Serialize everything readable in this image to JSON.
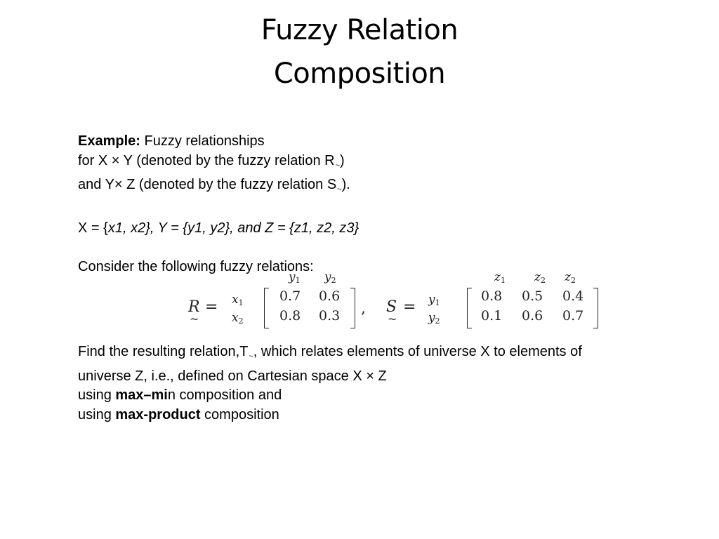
{
  "title": {
    "line1": "Fuzzy Relation",
    "line2": "Composition"
  },
  "intro": {
    "example_label": "Example:",
    "example_text": " Fuzzy relationships",
    "line2_pre": "for X × Y (denoted by the fuzzy relation R",
    "line2_tilde": "~",
    "line2_post": ")",
    "line3_pre": "and Y× Z (denoted by the fuzzy relation S",
    "line3_tilde": "~",
    "line3_post": ")."
  },
  "sets": {
    "x_label": "X",
    "eq1": " = {",
    "x_elems": "x1, x2}, Y",
    "eq2": " = {",
    "y_elems": "y1, y2}, and Z",
    "eq3": " = {",
    "z_elems": "z1, z2, z3}"
  },
  "consider": "Consider the following fuzzy relations:",
  "matrix_R": {
    "name": "R",
    "equals": "=",
    "tilde": "~",
    "col_headers": [
      {
        "base": "y",
        "sub": "1"
      },
      {
        "base": "y",
        "sub": "2"
      }
    ],
    "row_headers": [
      {
        "base": "x",
        "sub": "1"
      },
      {
        "base": "x",
        "sub": "2"
      }
    ],
    "rows": [
      [
        "0.7",
        "0.6"
      ],
      [
        "0.8",
        "0.3"
      ]
    ],
    "trailing": ","
  },
  "matrix_S": {
    "name": "S",
    "equals": "=",
    "tilde": "~",
    "col_headers": [
      {
        "base": "z",
        "sub": "1"
      },
      {
        "base": "z",
        "sub": "2"
      },
      {
        "base": "z",
        "sub": "2"
      }
    ],
    "row_headers": [
      {
        "base": "y",
        "sub": "1"
      },
      {
        "base": "y",
        "sub": "2"
      }
    ],
    "rows": [
      [
        "0.8",
        "0.5",
        "0.4"
      ],
      [
        "0.1",
        "0.6",
        "0.7"
      ]
    ]
  },
  "find": {
    "line1_pre": "Find the resulting relation,T",
    "line1_tilde": "~",
    "line1_post": ", which relates elements of universe X to elements of",
    "line2": "universe Z, i.e., defined on Cartesian space X × Z",
    "line3_pre": "using ",
    "line3_bold": "max–mi",
    "line3_post": "n composition and",
    "line4_pre": "using ",
    "line4_bold": "max-product",
    "line4_post": " composition"
  }
}
